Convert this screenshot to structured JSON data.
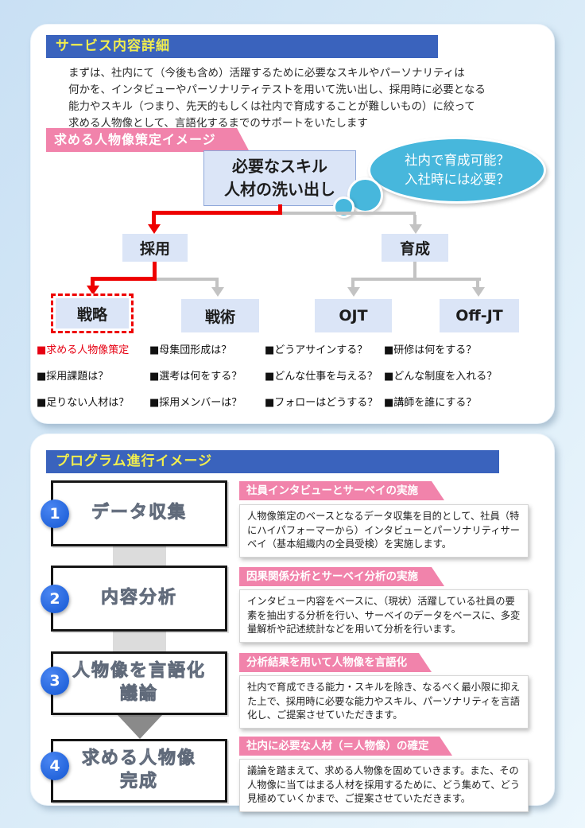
{
  "palette": {
    "header_blue": "#3a63bd",
    "header_text_yellow": "#f2ee4e",
    "pink": "#f183ab",
    "tree_box_fill": "#dbe5f7",
    "bubble_blue": "#47b7dc",
    "accent_red": "#ee0000",
    "connector_gray": "#c3c3c3",
    "number_circle_blue": "#1b63e0"
  },
  "section1": {
    "header": "サービス内容詳細",
    "intro_lines": [
      "まずは、社内にて（今後も含め）活躍するために必要なスキルやパーソナリティは",
      "何かを、インタビューやパーソナリティテストを用いて洗い出し、採用時に必要となる",
      "能力やスキル（つまり、先天的もしくは社内で育成することが難しいもの）に絞って",
      "求める人物像として、言語化するまでのサポートをいたします"
    ],
    "banner": "求める人物像策定イメージ",
    "bubble": {
      "line1": "社内で育成可能？",
      "line2": "入社時には必要？"
    },
    "tree": {
      "root_line1": "必要なスキル",
      "root_line2": "人材の洗い出し",
      "recruit": "採用",
      "develop": "育成",
      "strategy": "戦略",
      "tactics": "戦術",
      "ojt": "OJT",
      "offjt": "Off-JT"
    },
    "columns": [
      {
        "items": [
          "■求める人物像策定",
          "■採用課題は？",
          "■足りない人材は？"
        ]
      },
      {
        "items": [
          "■母集団形成は？",
          "■選考は何をする？",
          "■採用メンバーは？"
        ]
      },
      {
        "items": [
          "■どうアサインする？",
          "■どんな仕事を与える？",
          "■フォローはどうする？"
        ]
      },
      {
        "items": [
          "■研修は何をする？",
          "■どんな制度を入れる？",
          "■講師を誰にする？"
        ]
      }
    ]
  },
  "section2": {
    "header": "プログラム進行イメージ",
    "steps": [
      {
        "number": "1",
        "title_line1": "データ収集",
        "title_line2": "",
        "label": "社員インタビューとサーベイの実施",
        "desc": "人物像策定のベースとなるデータ収集を目的として、社員（特にハイパフォーマーから）インタビューとパーソナリティサーベイ（基本組織内の全員受検）を実施します。"
      },
      {
        "number": "2",
        "title_line1": "内容分析",
        "title_line2": "",
        "label": "因果関係分析とサーベイ分析の実施",
        "desc": "インタビュー内容をベースに、（現状）活躍している社員の要素を抽出する分析を行い、サーベイのデータをベースに、多変量解析や記述統計などを用いて分析を行います。"
      },
      {
        "number": "3",
        "title_line1": "人物像を言語化",
        "title_line2": "議論",
        "label": "分析結果を用いて人物像を言語化",
        "desc": "社内で育成できる能力・スキルを除き、なるべく最小限に抑えた上で、採用時に必要な能力やスキル、パーソナリティを言語化し、ご提案させていただきます。"
      },
      {
        "number": "4",
        "title_line1": "求める人物像",
        "title_line2": "完成",
        "label": "社内に必要な人材（＝人物像）の確定",
        "desc": "議論を踏まえて、求める人物像を固めていきます。また、その人物像に当てはまる人材を採用するために、どう集めて、どう見極めていくかまで、ご提案させていただきます。"
      }
    ]
  }
}
